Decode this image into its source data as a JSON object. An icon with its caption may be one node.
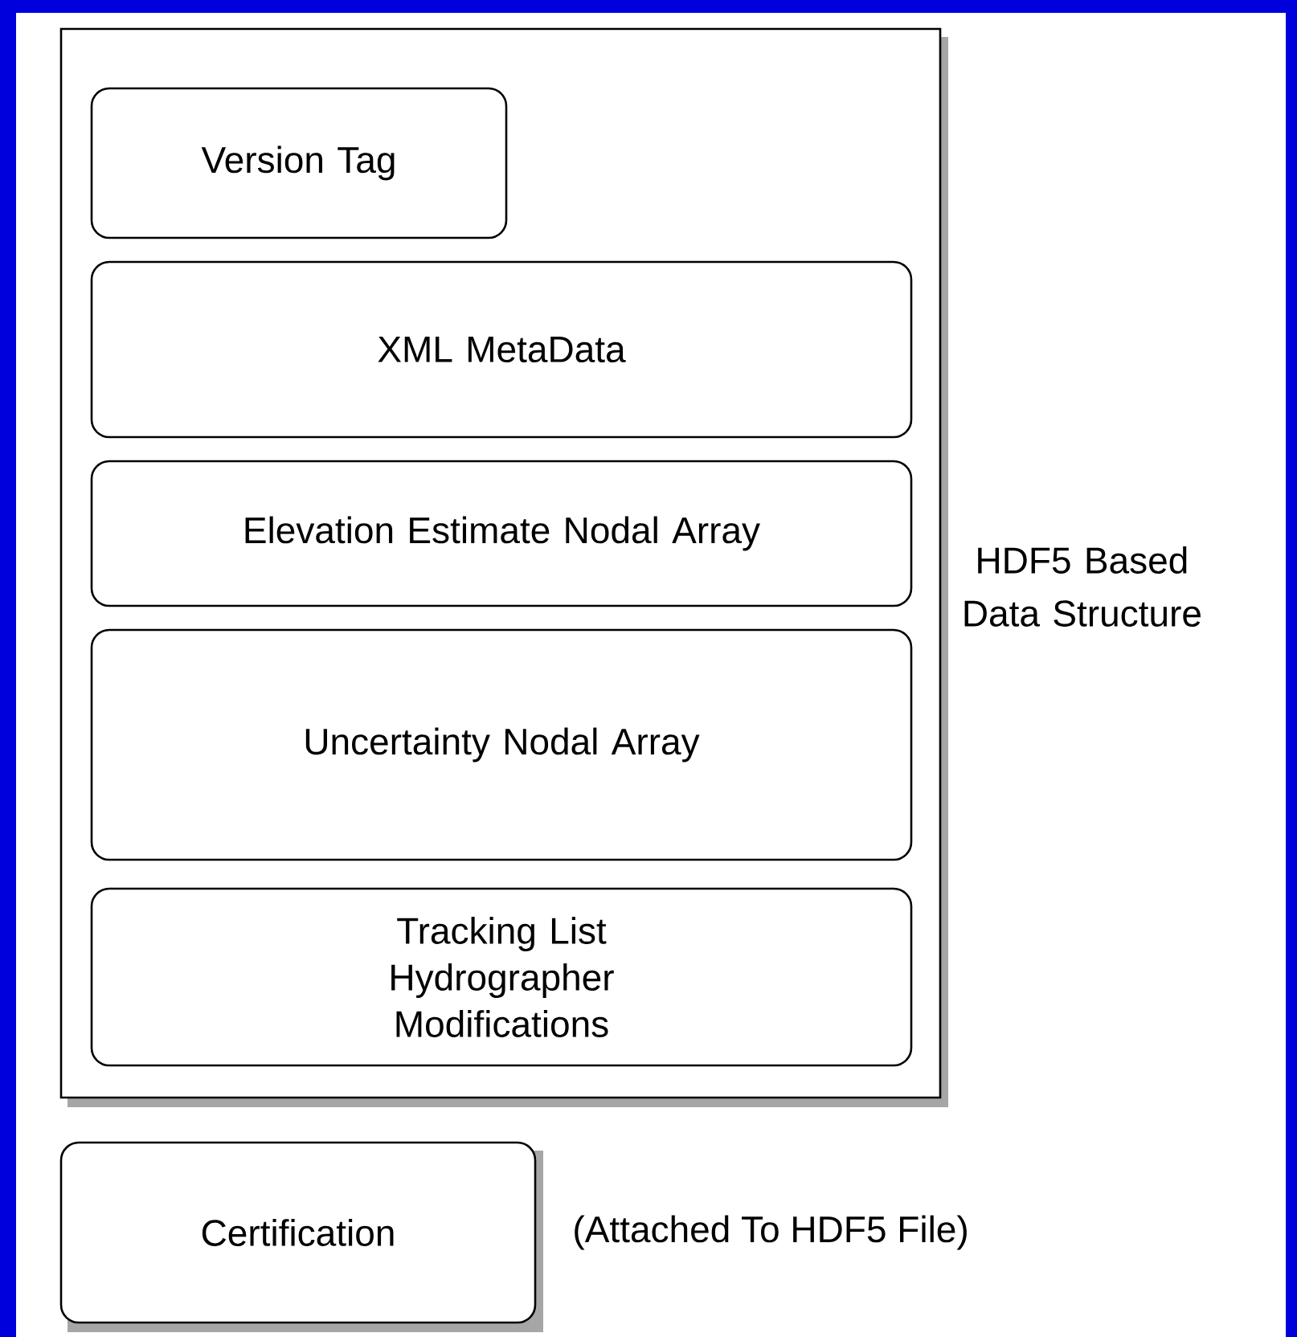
{
  "diagram": {
    "nodes": [
      {
        "text": [],
        "shape": "box",
        "beside": [
          "HDF5 Based Data Structure"
        ]
      },
      {
        "text": [
          "Version Tag"
        ],
        "in": 0
      },
      {
        "text": [
          "XML MetaData"
        ],
        "in": 0
      },
      {
        "text": [
          "Elevation Estimate Nodal Array"
        ],
        "in": 0
      },
      {
        "text": [
          "Uncertainty Nodal Array"
        ],
        "in": 0
      },
      {
        "text": [
          "Tracking List Hydrographer Modifications"
        ],
        "in": 0
      },
      {
        "text": [
          "Certification"
        ],
        "beside": [
          "(Attached To HDF5 File)"
        ]
      }
    ]
  }
}
